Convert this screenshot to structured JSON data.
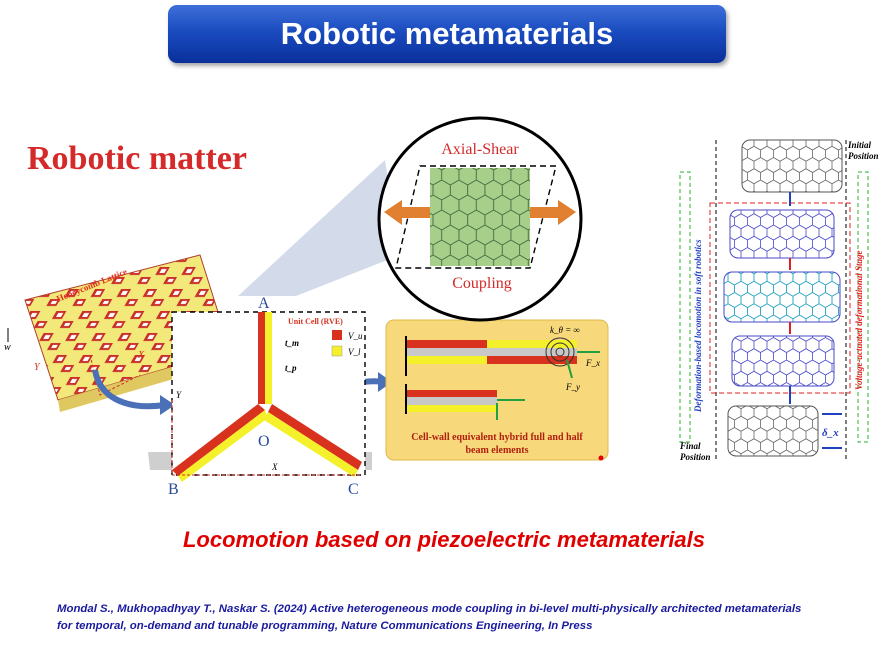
{
  "title": "Robotic metamaterials",
  "left_heading": "Robotic matter",
  "circle": {
    "top_label": "Axial-Shear",
    "bottom_label": "Coupling"
  },
  "lattice": {
    "label": "Honeycomb Lattice",
    "w": "w",
    "x": "X",
    "y": "Y"
  },
  "unit_cell": {
    "title": "Unit Cell (RVE)",
    "node_a": "A",
    "node_b": "B",
    "node_c": "C",
    "node_o": "O",
    "axis_x": "X",
    "axis_y": "Y",
    "legend_vu": "V_u",
    "legend_vl": "V_l",
    "t_m": "t_m",
    "t_p": "t_p",
    "colors": {
      "red": "#d8321e",
      "yellow": "#f4f02a"
    }
  },
  "beam_box": {
    "k": "k_θ = ∞",
    "caption_line1": "Cell-wall equivalent hybrid full and half",
    "caption_line2": "beam elements",
    "fx": "F_x",
    "fy": "F_y"
  },
  "locomotion": {
    "initial": "Initial\nPosition",
    "final": "Final\nPosition",
    "left_vertical": "Deformation-based locomotion in soft robotics",
    "right_vertical": "Voltage-actuated deformational Stage",
    "delta": "δ_x"
  },
  "caption": "Locomotion based on piezoelectric metamaterials",
  "reference_line1": "Mondal S., Mukhopadhyay T., Naskar S. (2024) Active heterogeneous mode coupling in bi-level multi-physically architected metamaterials",
  "reference_line2": "for temporal, on-demand and tunable programming, Nature Communications Engineering, In Press"
}
